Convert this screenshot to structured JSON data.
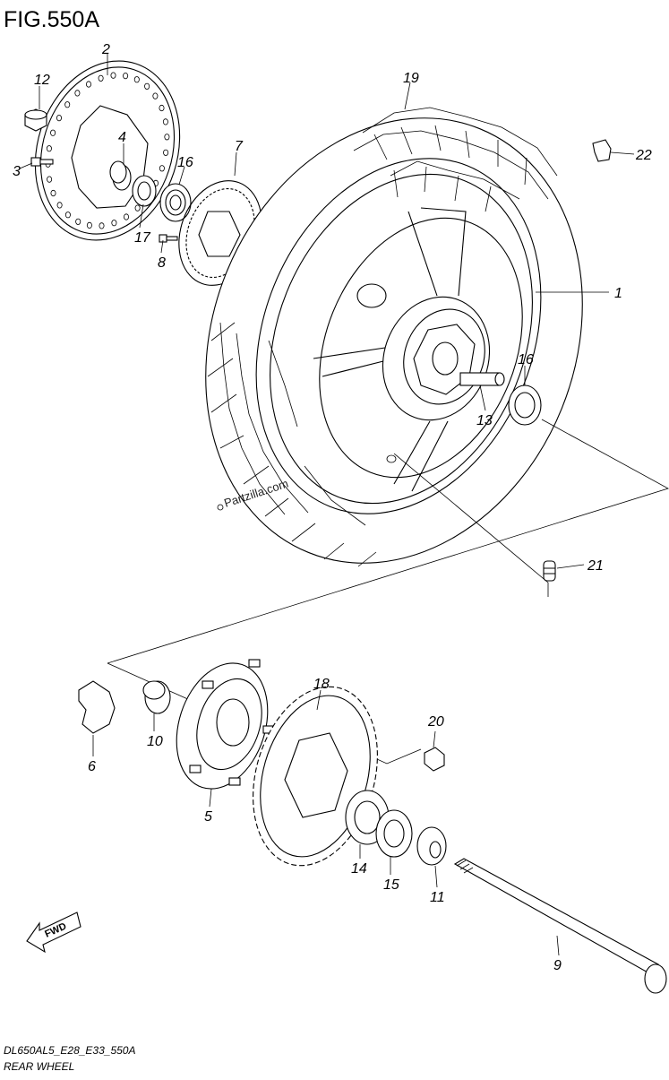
{
  "figure": {
    "title": "FIG.550A",
    "model_code": "DL650AL5_E28_E33_550A",
    "section_name": "REAR WHEEL",
    "watermark": "Partzilla.com",
    "direction_label": "FWD"
  },
  "callouts": [
    {
      "id": "c1",
      "label": "1"
    },
    {
      "id": "c2",
      "label": "2"
    },
    {
      "id": "c3",
      "label": "3"
    },
    {
      "id": "c4",
      "label": "4"
    },
    {
      "id": "c5",
      "label": "5"
    },
    {
      "id": "c6",
      "label": "6"
    },
    {
      "id": "c7",
      "label": "7"
    },
    {
      "id": "c8",
      "label": "8"
    },
    {
      "id": "c9",
      "label": "9"
    },
    {
      "id": "c10",
      "label": "10"
    },
    {
      "id": "c11",
      "label": "11"
    },
    {
      "id": "c12",
      "label": "12"
    },
    {
      "id": "c13",
      "label": "13"
    },
    {
      "id": "c14",
      "label": "14"
    },
    {
      "id": "c15",
      "label": "15"
    },
    {
      "id": "c16a",
      "label": "16"
    },
    {
      "id": "c16b",
      "label": "16"
    },
    {
      "id": "c17",
      "label": "17"
    },
    {
      "id": "c18",
      "label": "18"
    },
    {
      "id": "c19",
      "label": "19"
    },
    {
      "id": "c20",
      "label": "20"
    },
    {
      "id": "c21",
      "label": "21"
    },
    {
      "id": "c22",
      "label": "22"
    }
  ]
}
